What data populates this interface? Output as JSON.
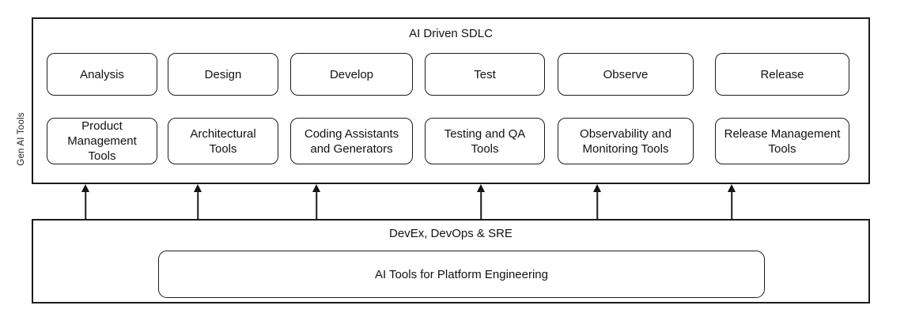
{
  "diagram": {
    "top_section": {
      "title": "AI Driven SDLC",
      "side_label": "Gen AI Tools",
      "phases": [
        "Analysis",
        "Design",
        "Develop",
        "Test",
        "Observe",
        "Release"
      ],
      "tools": [
        "Product Management Tools",
        "Architectural Tools",
        "Coding Assistants and Generators",
        "Testing and QA Tools",
        "Observability and Monitoring Tools",
        "Release Management Tools"
      ]
    },
    "connectors": {
      "count": 6,
      "direction": "up",
      "style": "solid-black-arrow"
    },
    "bottom_section": {
      "title": "DevEx, DevOps & SRE",
      "platform_box": "AI Tools for Platform Engineering"
    },
    "colors": {
      "border": "#1c1c1c",
      "text": "#111111",
      "background": "#ffffff"
    }
  }
}
